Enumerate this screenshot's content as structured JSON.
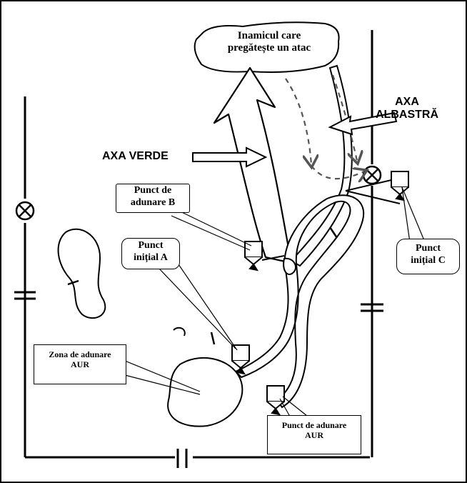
{
  "labels": {
    "enemy": [
      "Inamicul care",
      "pregătește un atac"
    ],
    "axa_albastra": [
      "AXA",
      "ALBASTRĂ"
    ],
    "axa_verde": "AXA VERDE",
    "punct_adunare_b": [
      "Punct de",
      "adunare B"
    ],
    "punct_initial_a": [
      "Punct",
      "inițial A"
    ],
    "punct_initial_c": [
      "Punct",
      "inițial C"
    ],
    "zona_adunare_aur": [
      "Zona de adunare",
      "AUR"
    ],
    "punct_adunare_aur": [
      "Punct de adunare",
      "AUR"
    ]
  },
  "icons": {
    "boundary_marker": "circle-cross-icon",
    "unit_boundary": "double-bar-icon",
    "position_marker": "flag-square-icon"
  },
  "colors": {
    "ink": "#000000",
    "background": "#ffffff",
    "dashed_route": "#555555"
  }
}
